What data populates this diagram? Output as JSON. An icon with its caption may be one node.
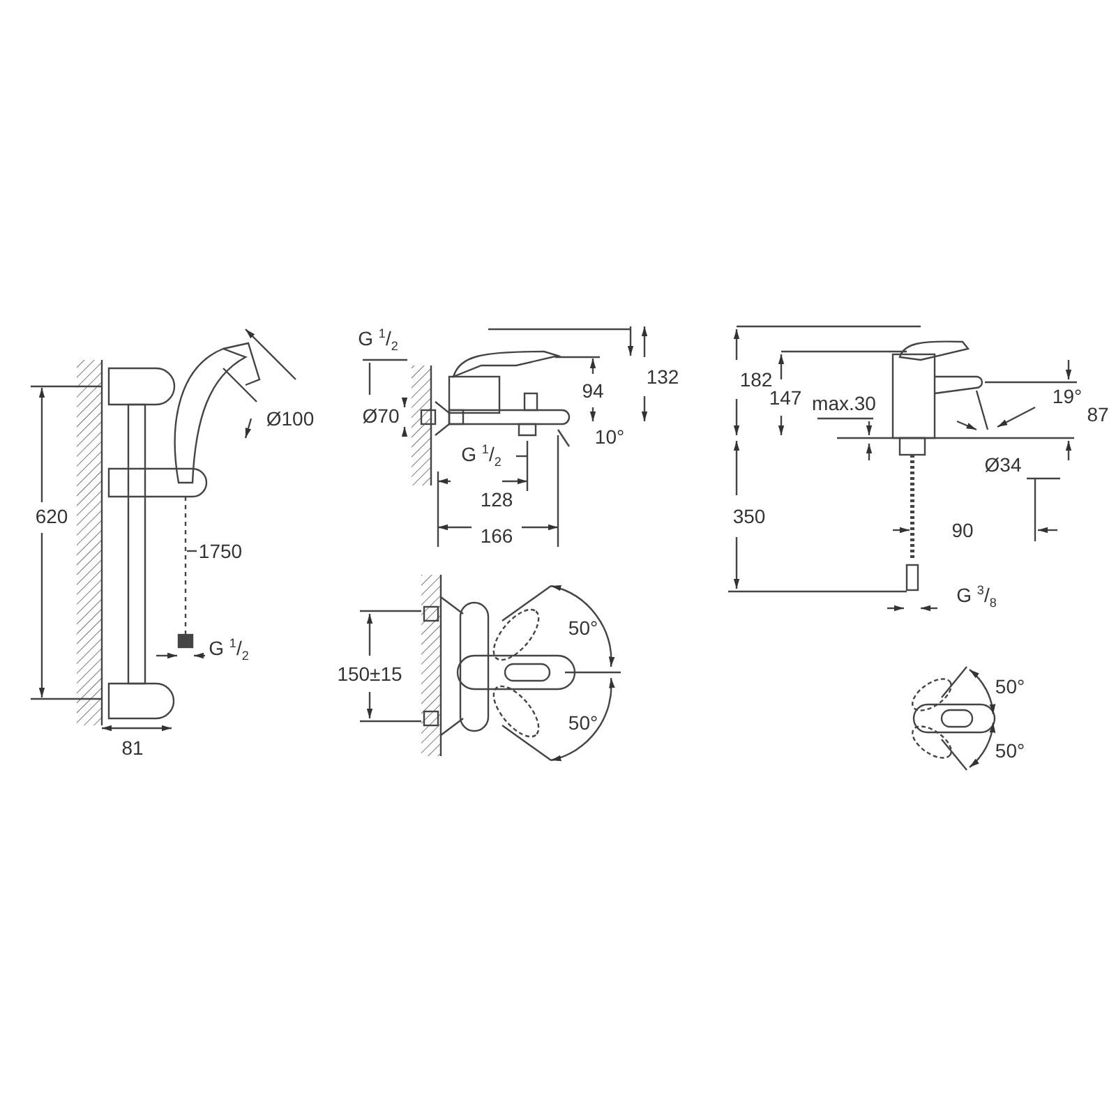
{
  "diagram": {
    "labels": [
      "G $^{1}$/$_{2}$",
      "182",
      "147",
      "132",
      "Ø100",
      "94",
      "19°",
      "87",
      "max.30",
      "Ø70",
      "10°",
      "G $^{1}$/$_{2}$",
      "Ø34",
      "620",
      "1750",
      "128",
      "350",
      "90",
      "166",
      "G $^{3}$/$_{8}$",
      "50°",
      "G $^{1}$/$_{2}$",
      "150±15",
      "50°",
      "50°",
      "81",
      "50°"
    ]
  }
}
